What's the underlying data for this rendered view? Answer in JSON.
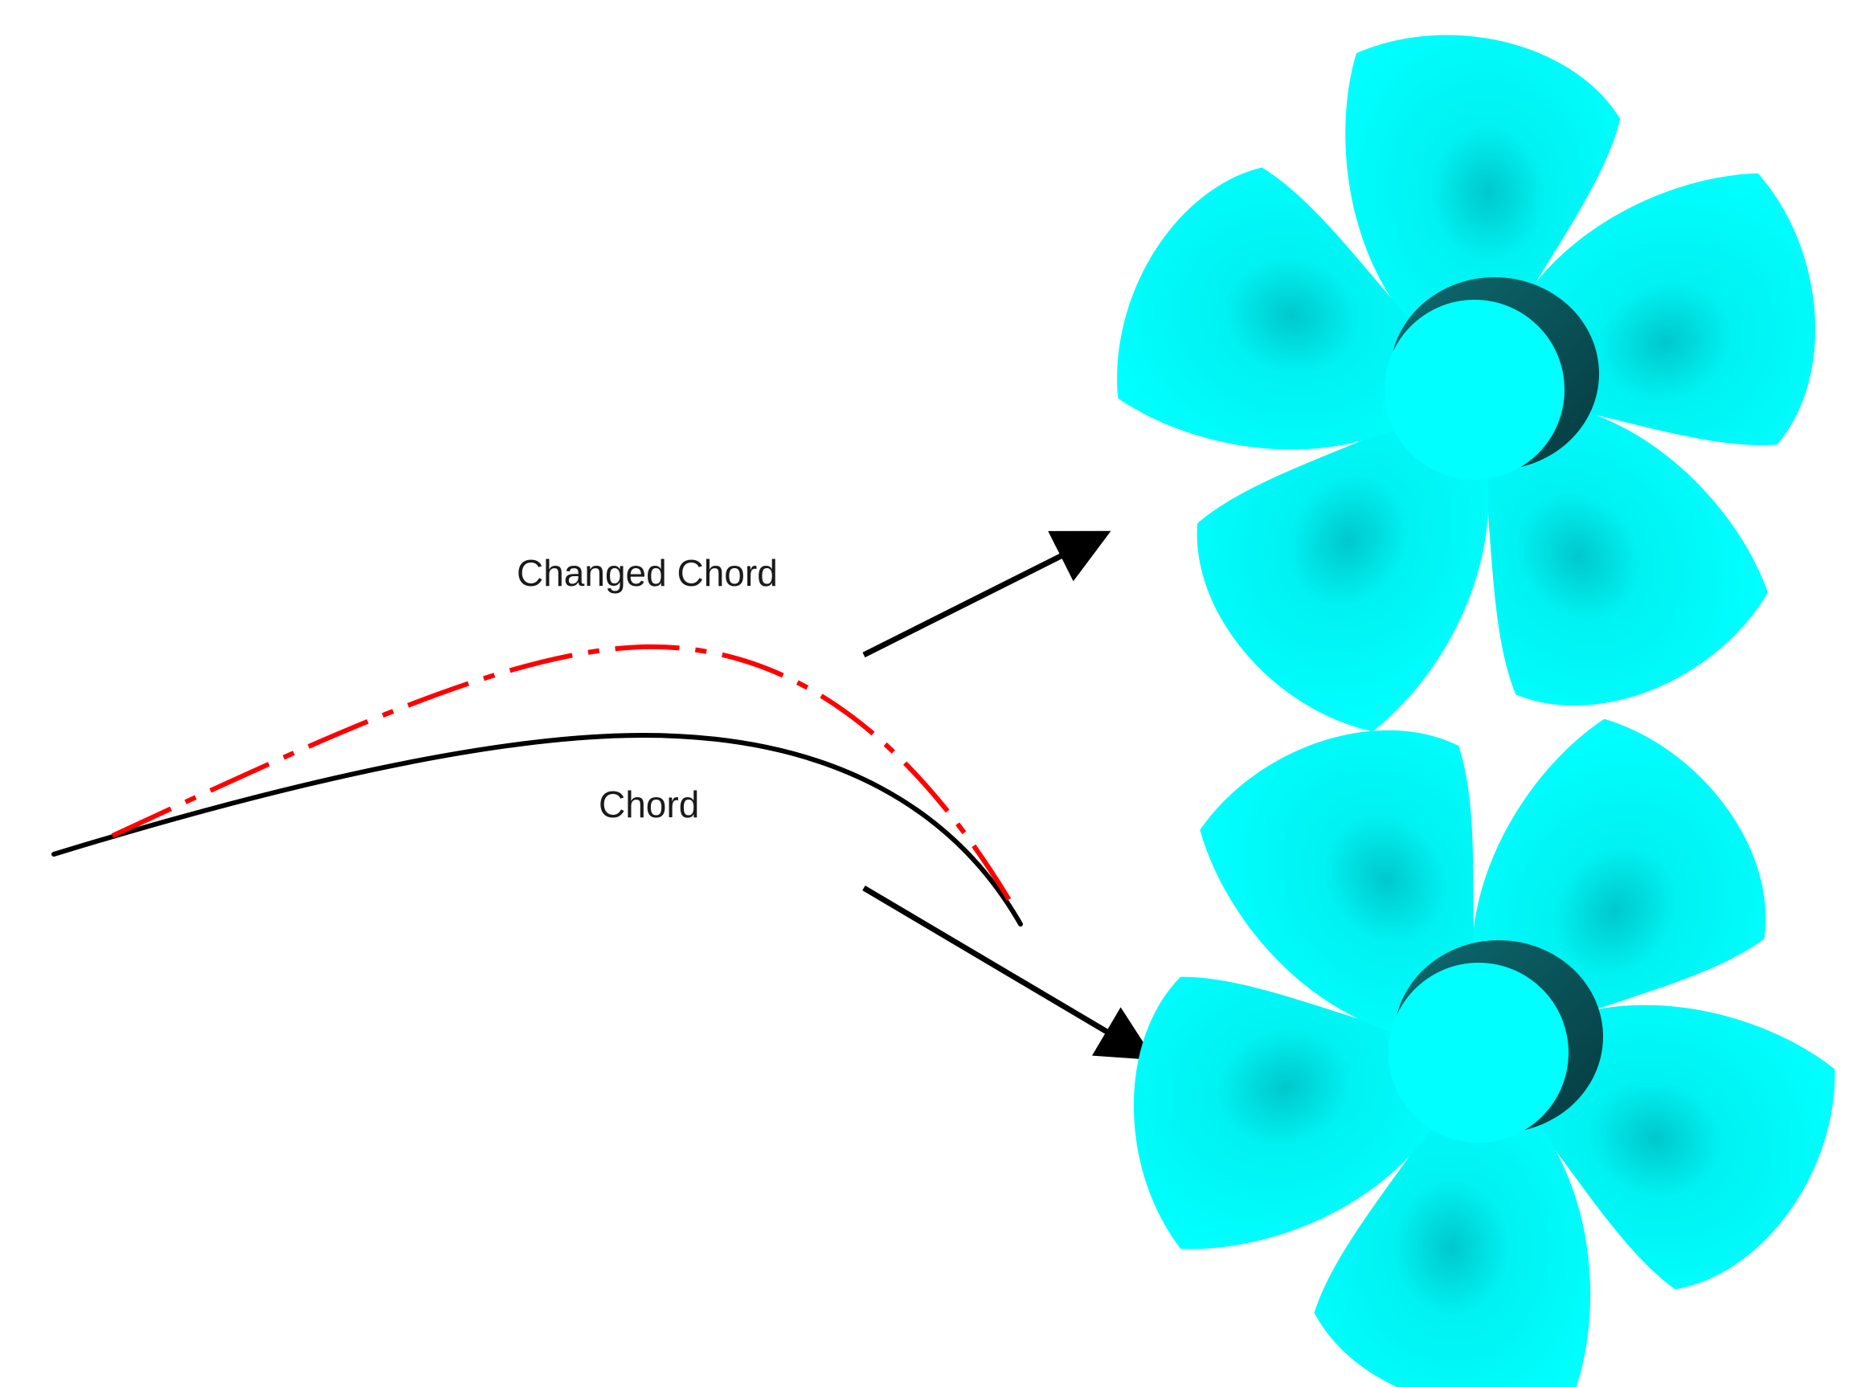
{
  "labels": {
    "changed_chord": "Changed Chord",
    "chord": "Chord"
  },
  "colors": {
    "background": "#ffffff",
    "chord_line": "#000000",
    "changed_chord_line": "#ff0000",
    "arrow": "#000000",
    "propeller_blade": "#00ffff",
    "propeller_hub_shadow": "#0a4f55"
  },
  "icons": {
    "top_propeller": "propeller-icon",
    "bottom_propeller": "propeller-icon"
  },
  "propellers": {
    "top": {
      "blade_count": 5
    },
    "bottom": {
      "blade_count": 5
    }
  }
}
